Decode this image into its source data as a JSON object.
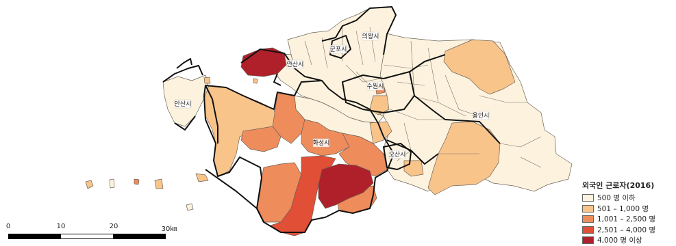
{
  "map": {
    "city_labels": [
      "의왕시",
      "군포시",
      "안산시",
      "수원시",
      "안산시",
      "용인시",
      "화성시",
      "오산시"
    ]
  },
  "legend": {
    "title": "외국인 근로자(2016)",
    "items": [
      {
        "label": "500 명 이하",
        "color": "#fdf2de"
      },
      {
        "label": "501 – 1,000 명",
        "color": "#f8c48a"
      },
      {
        "label": "1,001 – 2,500 명",
        "color": "#ef8c5c"
      },
      {
        "label": "2,501 – 4,000 명",
        "color": "#e04f36"
      },
      {
        "label": "4,000 명 이상",
        "color": "#b0202a"
      }
    ]
  },
  "scale_bar": {
    "ticks": [
      "0",
      "10",
      "20",
      "30㎞"
    ]
  }
}
